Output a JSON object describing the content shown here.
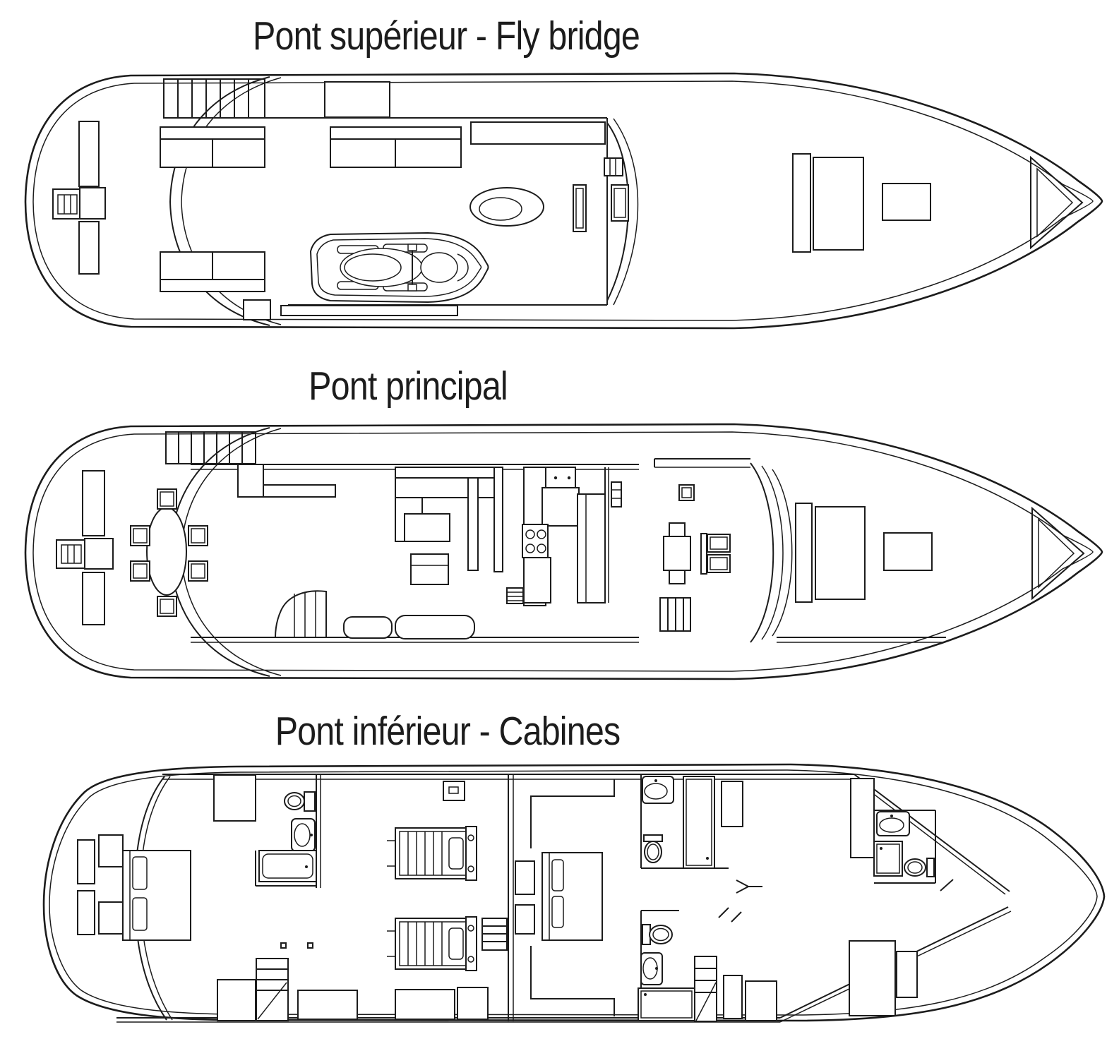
{
  "document": {
    "type": "yacht-deck-plan-diagram",
    "background_color": "#ffffff",
    "line_color": "#1c1c1c"
  },
  "decks": [
    {
      "id": "upper",
      "title": "Pont supérieur - Fly bridge"
    },
    {
      "id": "main",
      "title": "Pont principal"
    },
    {
      "id": "lower",
      "title": "Pont inférieur - Cabines"
    }
  ]
}
